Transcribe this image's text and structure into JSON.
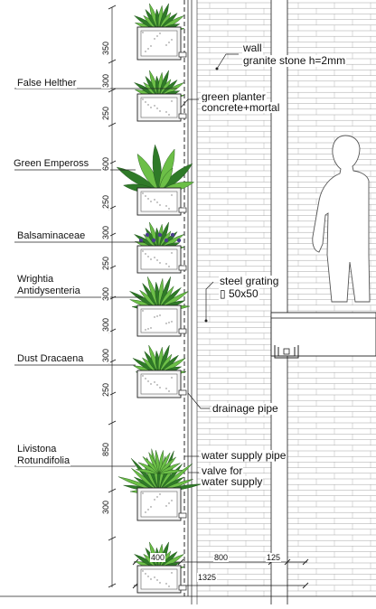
{
  "plant_labels": {
    "false_heather": "False Helther",
    "green_emperor": "Green Empeross",
    "balsaminaceae": "Balsaminaceae",
    "wrightia_line1": "Wrightia",
    "wrightia_line2": "Antidysenteria",
    "dust_dracaena": "Dust Dracaena",
    "livistona_line1": "Livistona",
    "livistona_line2": "Rotundifolia"
  },
  "annotations": {
    "wall_line1": "wall",
    "wall_line2": "granite stone h=2mm",
    "planter_line1": "green planter",
    "planter_line2": "concrete+mortal",
    "grating_line1": "steel grating",
    "grating_line2": "▯ 50x50",
    "drainage": "drainage pipe",
    "water_supply": "water supply pipe",
    "valve_line1": "valve for",
    "valve_line2": "water supply"
  },
  "vertical_dimensions": [
    "350",
    "300",
    "250",
    "600",
    "250",
    "300",
    "250",
    "300",
    "300",
    "300",
    "250",
    "850",
    "300"
  ],
  "horizontal_dimensions": {
    "d400": "400",
    "d800": "800",
    "d125": "125",
    "d1325": "1325"
  },
  "colors": {
    "leaf_dark": "#2f7a28",
    "leaf_light": "#6cbf47",
    "flower": "#4b3d8c",
    "line": "#222222",
    "wall_line": "#9a9a9a"
  }
}
